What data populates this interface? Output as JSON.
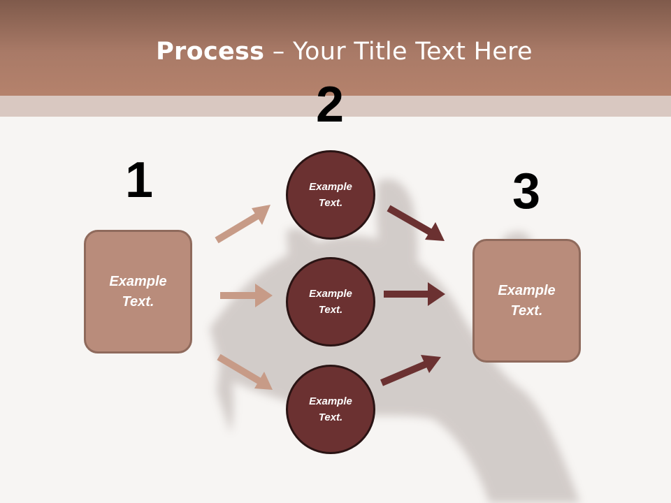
{
  "title": {
    "bold": "Process",
    "rest": " – Your Title Text Here"
  },
  "steps": {
    "one": {
      "number": "1",
      "text": "Example Text."
    },
    "two": {
      "number": "2",
      "circles": [
        {
          "text": "Example Text."
        },
        {
          "text": "Example Text."
        },
        {
          "text": "Example Text."
        }
      ]
    },
    "three": {
      "number": "3",
      "text": "Example Text."
    }
  },
  "colors": {
    "header": "#b5826c",
    "box_fill": "#b98c7b",
    "circle_fill": "#6b3131",
    "arrow_light": "#c79b87",
    "arrow_dark": "#6b3131"
  }
}
